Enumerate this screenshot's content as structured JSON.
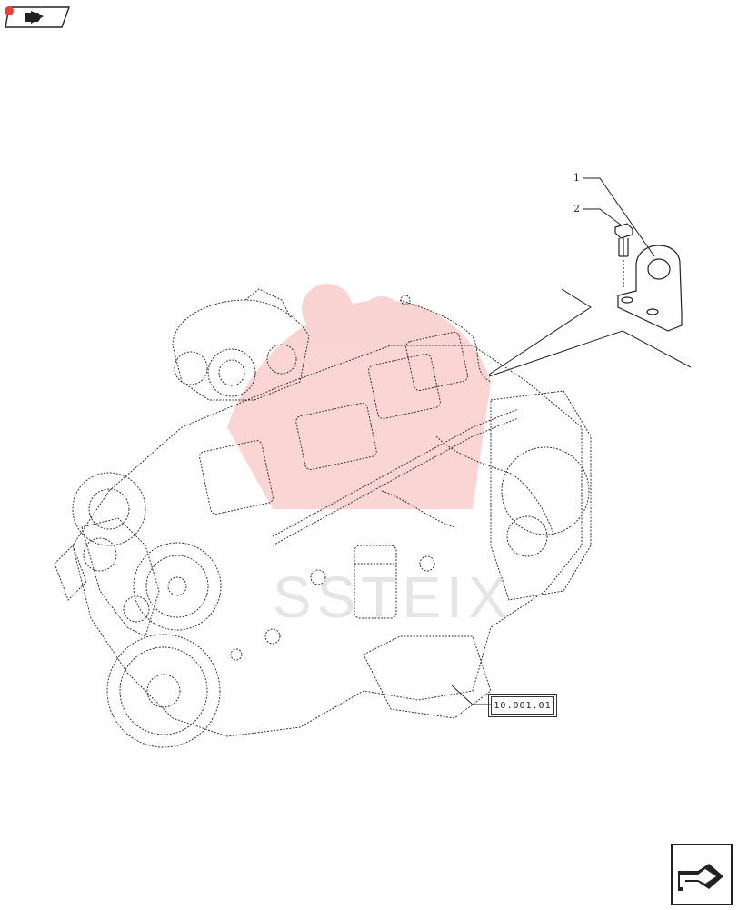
{
  "callouts": {
    "item_1": "1",
    "item_2": "2"
  },
  "reference": {
    "label": "10.001.01"
  },
  "watermark": {
    "text": "SSTEIX"
  },
  "icons": {
    "top_left": "book-navigation-icon",
    "bottom_right": "next-page-arrow-icon"
  },
  "colors": {
    "line": "#333333",
    "watermark_logo": "#e8403a"
  }
}
